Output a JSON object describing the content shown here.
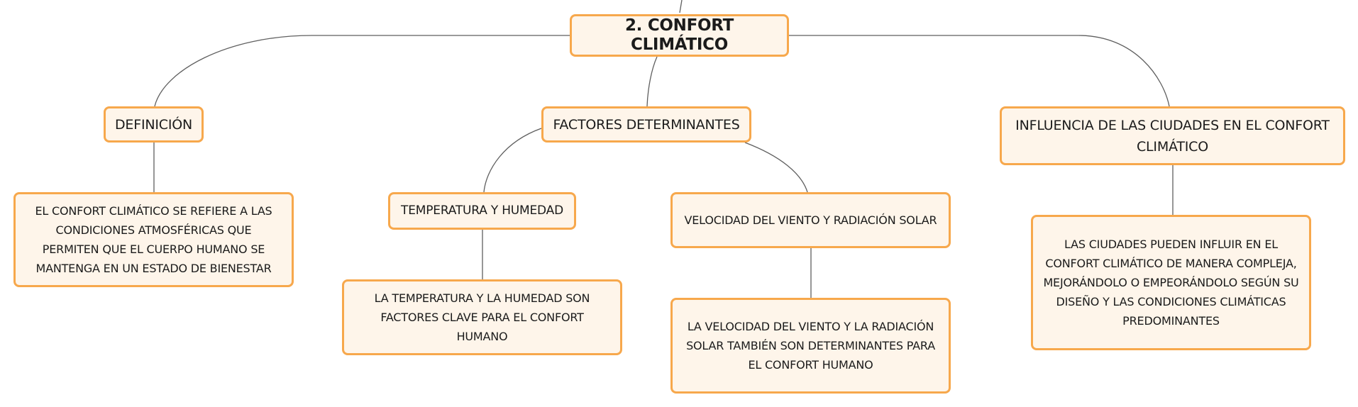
{
  "map": {
    "central": "2. CONFORT CLIMÁTICO",
    "definicion": {
      "title": "DEFINICIÓN",
      "text": "EL CONFORT CLIMÁTICO SE REFIERE A LAS CONDICIONES ATMOSFÉRICAS QUE PERMITEN QUE EL CUERPO HUMANO SE MANTENGA EN UN ESTADO DE BIENESTAR"
    },
    "factores": {
      "title": "FACTORES DETERMINANTES",
      "temperatura": {
        "title": "TEMPERATURA Y HUMEDAD",
        "text": "LA TEMPERATURA Y LA HUMEDAD SON FACTORES CLAVE PARA EL CONFORT HUMANO"
      },
      "viento": {
        "title": "VELOCIDAD DEL VIENTO Y RADIACIÓN SOLAR",
        "text": "LA VELOCIDAD DEL VIENTO Y LA RADIACIÓN SOLAR TAMBIÉN SON DETERMINANTES PARA EL CONFORT HUMANO"
      }
    },
    "influencia": {
      "title": "INFLUENCIA DE LAS CIUDADES EN EL CONFORT CLIMÁTICO",
      "text": "LAS CIUDADES PUEDEN INFLUIR EN EL CONFORT CLIMÁTICO DE MANERA COMPLEJA, MEJORÁNDOLO O EMPEORÁNDOLO SEGÚN SU DISEÑO Y LAS CONDICIONES CLIMÁTICAS PREDOMINANTES"
    },
    "colors": {
      "node_fill": "#fef5ea",
      "node_border": "#f7a84c",
      "connector": "#5f5f5f"
    }
  }
}
